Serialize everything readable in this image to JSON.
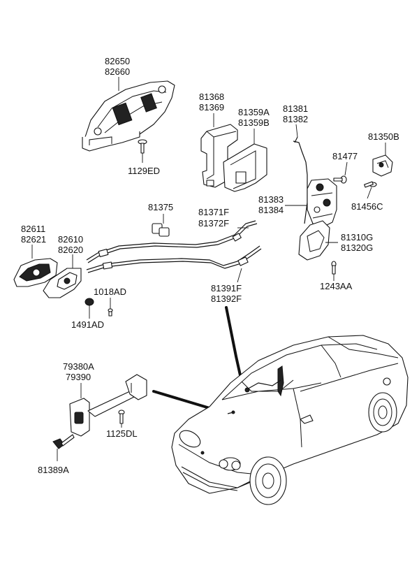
{
  "labels": {
    "l82650": "82650",
    "l82660": "82660",
    "l1129ED": "1129ED",
    "l81368": "81368",
    "l81369": "81369",
    "l81359A": "81359A",
    "l81359B": "81359B",
    "l81381": "81381",
    "l81382": "81382",
    "l81350B": "81350B",
    "l81477": "81477",
    "l81383": "81383",
    "l81384": "81384",
    "l81456C": "81456C",
    "l81375": "81375",
    "l81371F": "81371F",
    "l81372F": "81372F",
    "l81310G": "81310G",
    "l81320G": "81320G",
    "l82611": "82611",
    "l82621": "82621",
    "l82610": "82610",
    "l82620": "82620",
    "l1018AD": "1018AD",
    "l1491AD": "1491AD",
    "l1243AA": "1243AA",
    "l81391F": "81391F",
    "l81392F": "81392F",
    "l79380A": "79380A",
    "l79390": "79390",
    "l1125DL": "1125DL",
    "l81389A": "81389A"
  }
}
